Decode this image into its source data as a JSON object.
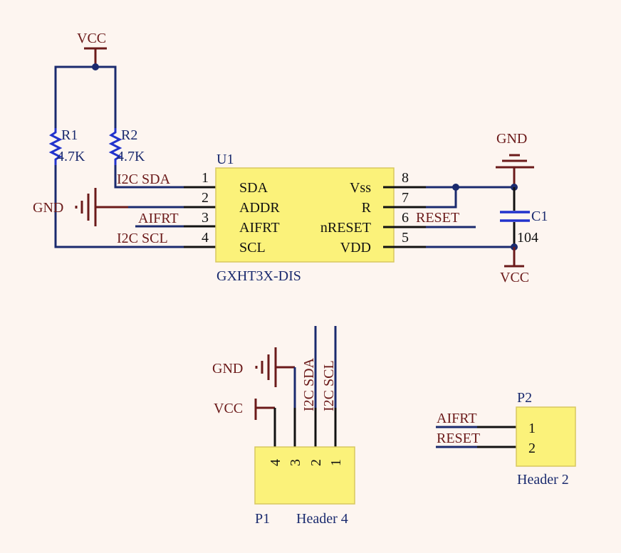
{
  "schematic": {
    "power": {
      "vcc_top": "VCC",
      "gnd_left": "GND",
      "gnd_right": "GND",
      "vcc_right": "VCC",
      "gnd_p1": "GND",
      "vcc_p1": "VCC"
    },
    "resistors": [
      {
        "designator": "R1",
        "value": "4.7K"
      },
      {
        "designator": "R2",
        "value": "4.7K"
      }
    ],
    "capacitor": {
      "designator": "C1",
      "value": "104"
    },
    "u1": {
      "designator": "U1",
      "part": "GXHT3X-DIS",
      "left_pins": [
        {
          "num": "1",
          "name": "SDA",
          "net": "I2C SDA"
        },
        {
          "num": "2",
          "name": "ADDR",
          "net": ""
        },
        {
          "num": "3",
          "name": "AIFRT",
          "net": "AIFRT"
        },
        {
          "num": "4",
          "name": "SCL",
          "net": "I2C SCL"
        }
      ],
      "right_pins": [
        {
          "num": "8",
          "name": "Vss",
          "net": ""
        },
        {
          "num": "7",
          "name": "R",
          "net": ""
        },
        {
          "num": "6",
          "name": "nRESET",
          "net": "RESET"
        },
        {
          "num": "5",
          "name": "VDD",
          "net": ""
        }
      ]
    },
    "p1": {
      "designator": "P1",
      "part": "Header 4",
      "pins": [
        "4",
        "3",
        "2",
        "1"
      ],
      "nets": [
        "I2C SDA",
        "I2C SCL"
      ]
    },
    "p2": {
      "designator": "P2",
      "part": "Header 2",
      "pins": [
        "1",
        "2"
      ],
      "nets": [
        "AIFRT",
        "RESET"
      ]
    }
  }
}
